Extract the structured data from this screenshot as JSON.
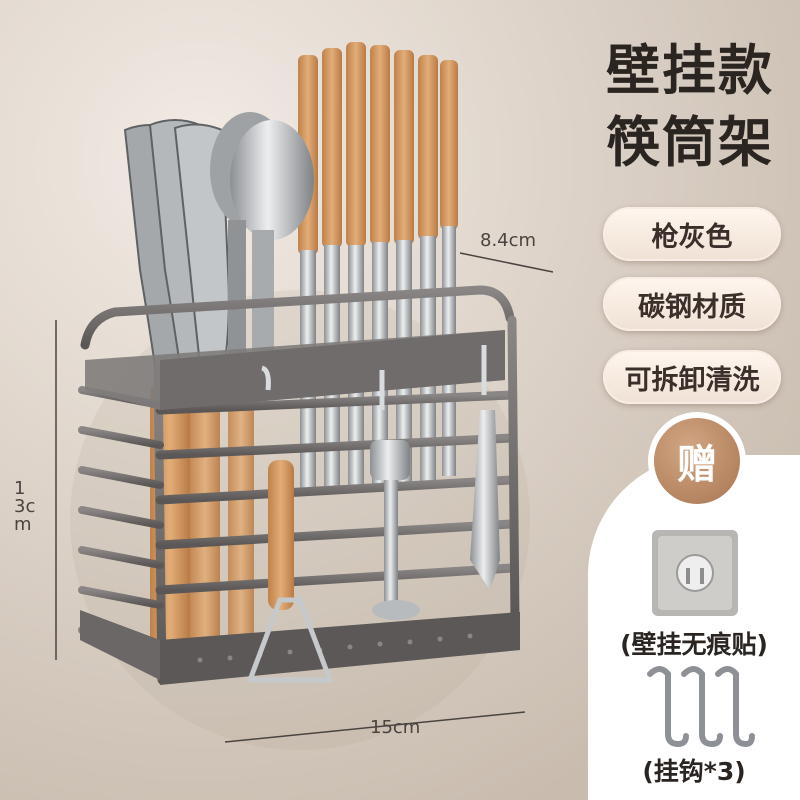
{
  "title": {
    "line1": "壁挂款",
    "line2": "筷筒架"
  },
  "features": [
    "枪灰色",
    "碳钢材质",
    "可拆卸清洗"
  ],
  "gift": {
    "badge": "赠",
    "items": [
      {
        "label": "(壁挂无痕贴)",
        "icon": "adhesive-pad-icon"
      },
      {
        "label": "(挂钩*3)",
        "icon": "s-hook-icon"
      }
    ]
  },
  "dimensions": {
    "depth": "8.4cm",
    "width": "15cm",
    "height": "13cm"
  },
  "colors": {
    "frame": "#6f6c6b",
    "wood": "#d59a63",
    "steel": "#c9cccf",
    "gift_badge": "#b58460"
  }
}
